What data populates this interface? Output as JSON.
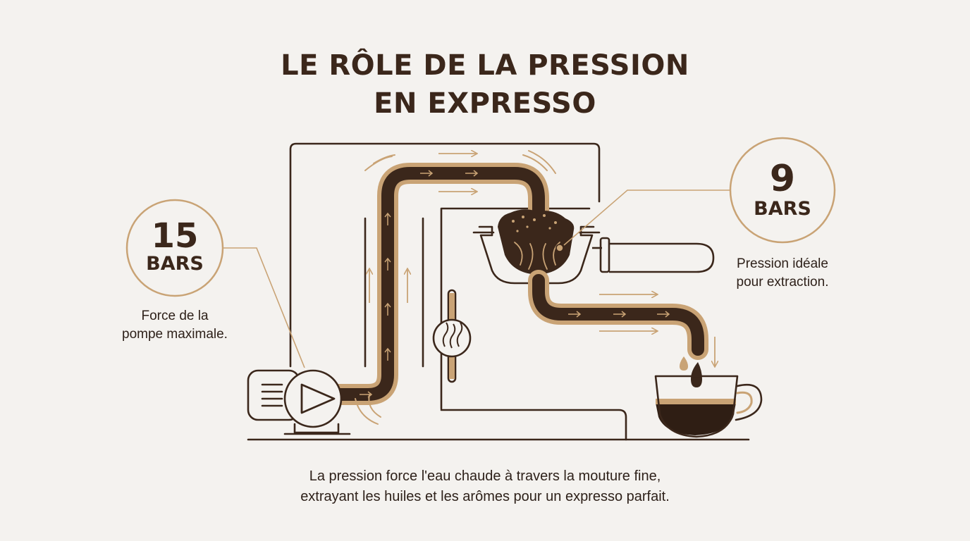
{
  "title": {
    "line1": "LE RÔLE DE LA PRESSION",
    "line2": "EN EXPRESSO"
  },
  "pump_callout": {
    "value": "15",
    "unit": "BARS",
    "caption_line1": "Force de la",
    "caption_line2": "pompe maximale."
  },
  "extraction_callout": {
    "value": "9",
    "unit": "BARS",
    "caption_line1": "Pression idéale",
    "caption_line2": "pour extraction."
  },
  "description": {
    "line1": "La pression force l'eau chaude à travers la mouture fine,",
    "line2": "extrayant les huiles et les arômes pour un expresso parfait."
  },
  "colors": {
    "dark_brown": "#3b271b",
    "tan": "#c9a375",
    "background": "#f4f2ef",
    "coffee": "#2f1e14"
  },
  "icons": [
    "pump-play-icon",
    "heat-coil-icon",
    "coffee-grounds-icon",
    "espresso-cup-icon"
  ]
}
